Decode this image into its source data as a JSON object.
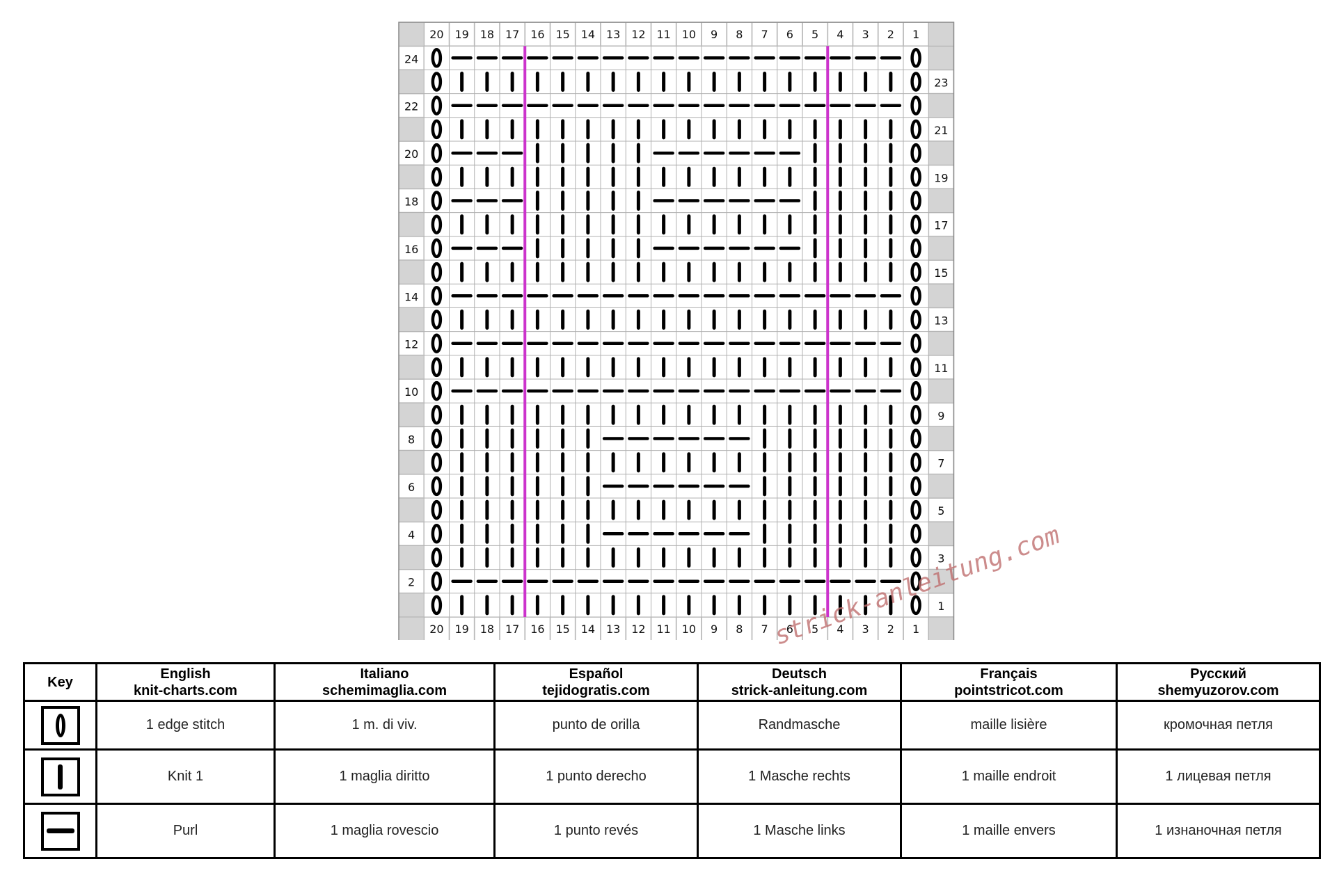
{
  "chart": {
    "stitch_columns": 20,
    "rows": 24,
    "column_numbers": [
      "20",
      "19",
      "18",
      "17",
      "16",
      "15",
      "14",
      "13",
      "12",
      "11",
      "10",
      "9",
      "8",
      "7",
      "6",
      "5",
      "4",
      "3",
      "2",
      "1"
    ],
    "left_row_labels": [
      "24",
      "22",
      "20",
      "18",
      "16",
      "14",
      "12",
      "10",
      "8",
      "6",
      "4",
      "2"
    ],
    "right_row_labels": [
      "23",
      "21",
      "19",
      "17",
      "15",
      "13",
      "11",
      "9",
      "7",
      "5",
      "3",
      "1"
    ],
    "pattern_rows_top_to_bottom": [
      "OPPPPPPPPPPPPPPPPPPO",
      "OKKKKKKKKKKKKKKKKKKO",
      "OPPPPPPPPPPPPPPPPPPO",
      "OKKKKKKKKKKKKKKKKKKO",
      "OPPPKKKKKPPPPPPKKKKO",
      "OKKKKKKKKKKKKKKKKKKO",
      "OPPPKKKKKPPPPPPKKKKO",
      "OKKKKKKKKKKKKKKKKKKO",
      "OPPPKKKKKPPPPPPKKKKO",
      "OKKKKKKKKKKKKKKKKKKO",
      "OPPPPPPPPPPPPPPPPPPO",
      "OKKKKKKKKKKKKKKKKKKO",
      "OPPPPPPPPPPPPPPPPPPO",
      "OKKKKKKKKKKKKKKKKKKO",
      "OPPPPPPPPPPPPPPPPPPO",
      "OKKKKKKKKKKKKKKKKKKO",
      "OKKKKKKPPPPPPKKKKKKO",
      "OKKKKKKKKKKKKKKKKKKO",
      "OKKKKKKPPPPPPKKKKKKO",
      "OKKKKKKKKKKKKKKKKKKO",
      "OKKKKKKPPPPPPKKKKKKO",
      "OKKKKKKKKKKKKKKKKKKO",
      "OPPPPPPPPPPPPPPPPPPO",
      "OKKKKKKKKKKKKKKKKKKO"
    ],
    "repeat_lines_after_column": [
      "17",
      "5"
    ],
    "repeat_line_color": "#cc33cc",
    "header_fill": "#d4d4d4",
    "grid_color": "#b0b0b0"
  },
  "watermark": "strick-anleitung.com",
  "legend": {
    "key_header": "Key",
    "languages": [
      {
        "language": "English",
        "site": "knit-charts.com",
        "edge": "1 edge stitch",
        "knit": "Knit 1",
        "purl": "Purl"
      },
      {
        "language": "Italiano",
        "site": "schemimaglia.com",
        "edge": "1 m. di viv.",
        "knit": "1 maglia diritto",
        "purl": "1 maglia rovescio"
      },
      {
        "language": "Español",
        "site": "tejidogratis.com",
        "edge": "punto de orilla",
        "knit": "1 punto derecho",
        "purl": "1 punto revés"
      },
      {
        "language": "Deutsch",
        "site": "strick-anleitung.com",
        "edge": "Randmasche",
        "knit": "1 Masche rechts",
        "purl": "1 Masche links"
      },
      {
        "language": "Français",
        "site": "pointstricot.com",
        "edge": "maille lisière",
        "knit": "1 maille endroit",
        "purl": "1 maille envers"
      },
      {
        "language": "Русский",
        "site": "shemyuzorov.com",
        "edge": "кромочная петля",
        "knit": "1 лицевая петля",
        "purl": "1 изнаночная петля"
      }
    ],
    "symbols": [
      "edge-stitch-icon",
      "knit-icon",
      "purl-icon"
    ]
  }
}
